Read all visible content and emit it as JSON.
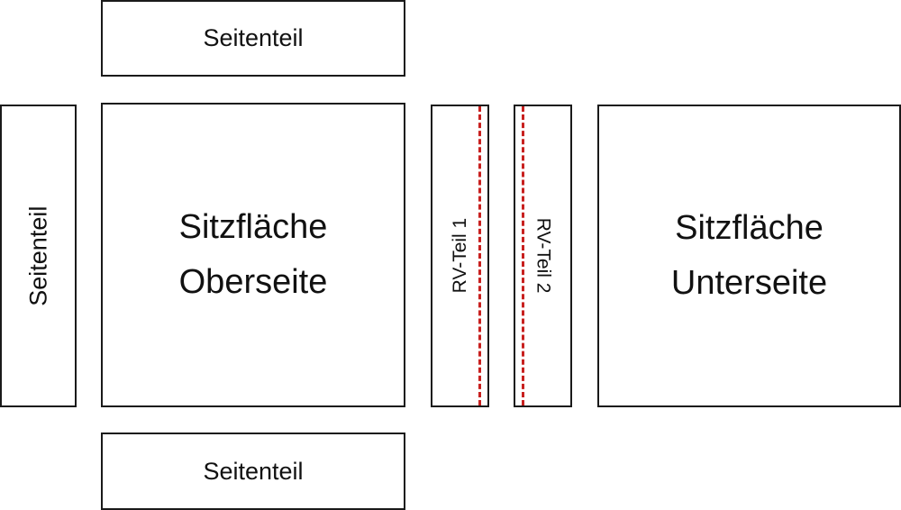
{
  "pieces": {
    "top_side": {
      "label": "Seitenteil"
    },
    "left_side": {
      "label": "Seitenteil"
    },
    "bottom_side": {
      "label": "Seitenteil"
    },
    "seat_top": {
      "line1": "Sitzfläche",
      "line2": "Oberseite"
    },
    "seat_bottom": {
      "line1": "Sitzfläche",
      "line2": "Unterseite"
    },
    "rv_part_1": {
      "label": "RV-Teil 1"
    },
    "rv_part_2": {
      "label": "RV-Teil 2"
    }
  },
  "colors": {
    "outline": "#1a1a1a",
    "seam_line": "#c8201f",
    "background": "#ffffff"
  }
}
